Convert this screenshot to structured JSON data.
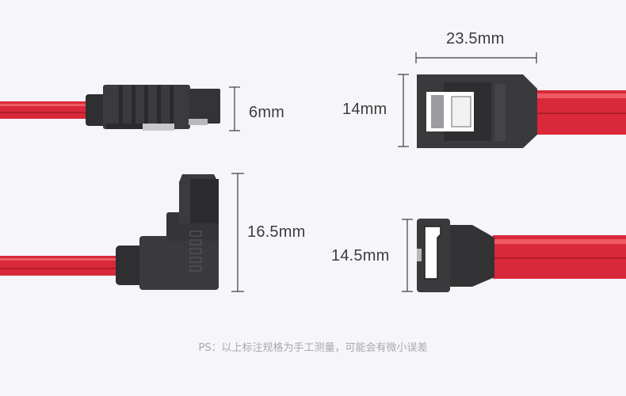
{
  "colors": {
    "background": "#f6f5f9",
    "cable_red": "#d9283a",
    "connector_dark": "#3a3a3c",
    "dimension_line": "#3d3d3d",
    "note_text": "#a9a9ad"
  },
  "dimensions": {
    "straight_side_height": "6mm",
    "right_angle_height": "16.5mm",
    "straight_top_width": "23.5mm",
    "straight_top_height": "14mm",
    "straight_front_height": "14.5mm"
  },
  "footnote": "PS：以上标注规格为手工测量，可能会有微小误差"
}
